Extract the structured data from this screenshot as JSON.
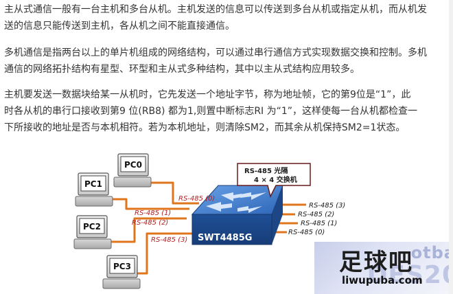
{
  "paragraphs": [
    {
      "lines": [
        "主从式通信一般有一台主机和多台从机。主机发送的信息可以传送到多台从机或指定从机，而从机发",
        "送的信息只能传送到主机，各从机之间不能直接通信。"
      ]
    },
    {
      "lines": [
        "多机通信是指两台以上的单片机组成的网络结构，可以通过串行通信方式实现数据交换和控制。多机",
        "通信的网络拓扑结构有星型、环型和主从式多种结构，其中以主从式结构应用较多。"
      ]
    },
    {
      "lines": [
        "主机要发送一数据块给某一从机时，它先发送一个地址字节，称为地址帧，它的第9位是“1”，此",
        "时各从机的串行口接收到第9 位(RB8) 都为1,则置中断标志RI 为“1”，这样使每一台从机都检查一",
        "下所接收的地址是否与本机相符。若为本机地址，则清除SM2，而其余从机保持SM2=1状态。"
      ]
    }
  ],
  "figure": {
    "computers": [
      "PC0",
      "PC1",
      "PC2",
      "PC3"
    ],
    "switch_name": "SWT4485G",
    "callout_line1": "RS-485 光隔",
    "callout_line2": "4 × 4 交换机",
    "left_ports": [
      "RS-485 (0)",
      "RS-485 (1)",
      "RS-485 (2)",
      "RS-485 (3)"
    ],
    "right_ports": [
      "RS-485 (3)",
      "RS-485 (2)",
      "RS-485 (1)",
      "RS-485 (0)"
    ]
  },
  "watermark": {
    "logo": "足球吧",
    "url": "liwupuba.com",
    "bg_text_1": "otba",
    "bg_text_2": "DES20"
  },
  "colors": {
    "text": "#333333",
    "cable": "#e0761c",
    "port_label": "#b51e1e",
    "switch_body": "#2f6fc0",
    "callout_border": "#6a1a1a"
  }
}
